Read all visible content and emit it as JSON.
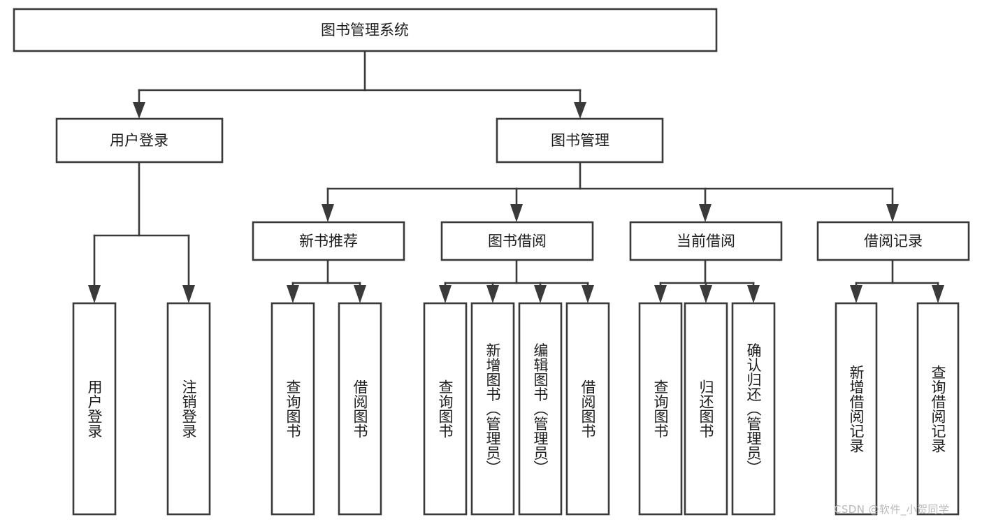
{
  "diagram": {
    "title": "图书管理系统",
    "type": "tree-hierarchy-flowchart",
    "orientation": "top-down",
    "colors": {
      "node_stroke": "#3a3a3a",
      "node_fill": "#ffffff",
      "edge": "#3a3a3a",
      "text": "#1d1d1d",
      "background": "#ffffff",
      "watermark": "#b9b9b9"
    },
    "levels": [
      {
        "level": 1,
        "nodes": [
          {
            "id": "root",
            "label": "图书管理系统",
            "orientation": "horizontal"
          }
        ]
      },
      {
        "level": 2,
        "nodes": [
          {
            "id": "user-login",
            "label": "用户登录",
            "orientation": "horizontal",
            "parent": "root"
          },
          {
            "id": "book-manage",
            "label": "图书管理",
            "orientation": "horizontal",
            "parent": "root"
          }
        ]
      },
      {
        "level": 3,
        "nodes": [
          {
            "id": "new-book-rec",
            "label": "新书推荐",
            "orientation": "horizontal",
            "parent": "book-manage"
          },
          {
            "id": "book-borrow",
            "label": "图书借阅",
            "orientation": "horizontal",
            "parent": "book-manage"
          },
          {
            "id": "current-borrow",
            "label": "当前借阅",
            "orientation": "horizontal",
            "parent": "book-manage"
          },
          {
            "id": "borrow-record",
            "label": "借阅记录",
            "orientation": "horizontal",
            "parent": "book-manage"
          }
        ]
      },
      {
        "level": 4,
        "nodes": [
          {
            "id": "leaf-user-login",
            "label": "用户登录",
            "orientation": "vertical",
            "parent": "user-login"
          },
          {
            "id": "leaf-logout",
            "label": "注销登录",
            "orientation": "vertical",
            "parent": "user-login"
          },
          {
            "id": "leaf-query-book-1",
            "label": "查询图书",
            "orientation": "vertical",
            "parent": "new-book-rec"
          },
          {
            "id": "leaf-borrow-book-1",
            "label": "借阅图书",
            "orientation": "vertical",
            "parent": "new-book-rec"
          },
          {
            "id": "leaf-query-book-2",
            "label": "查询图书",
            "orientation": "vertical",
            "parent": "book-borrow"
          },
          {
            "id": "leaf-add-book",
            "label": "新增图书（管理员）",
            "orientation": "vertical",
            "parent": "book-borrow"
          },
          {
            "id": "leaf-edit-book",
            "label": "编辑图书（管理员）",
            "orientation": "vertical",
            "parent": "book-borrow"
          },
          {
            "id": "leaf-borrow-book-2",
            "label": "借阅图书",
            "orientation": "vertical",
            "parent": "book-borrow"
          },
          {
            "id": "leaf-query-book-3",
            "label": "查询图书",
            "orientation": "vertical",
            "parent": "current-borrow"
          },
          {
            "id": "leaf-return-book",
            "label": "归还图书",
            "orientation": "vertical",
            "parent": "current-borrow"
          },
          {
            "id": "leaf-confirm-return",
            "label": "确认归还（管理员）",
            "orientation": "vertical",
            "parent": "current-borrow"
          },
          {
            "id": "leaf-add-record",
            "label": "新增借阅记录",
            "orientation": "vertical",
            "parent": "borrow-record"
          },
          {
            "id": "leaf-query-record",
            "label": "查询借阅记录",
            "orientation": "vertical",
            "parent": "borrow-record"
          }
        ]
      }
    ]
  },
  "watermark": {
    "text": "CSDN @软件_小贺同学"
  }
}
